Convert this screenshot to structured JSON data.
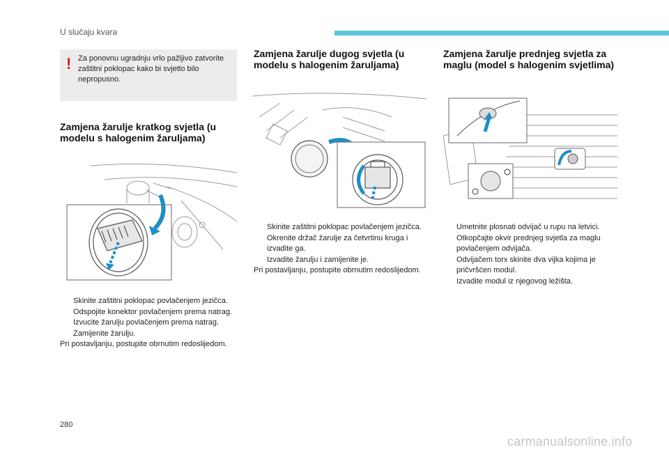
{
  "header": {
    "section": "U slučaju kvara"
  },
  "warning": {
    "mark": "!",
    "text": "Za ponovnu ugradnju vrlo pažljivo zatvorite zaštitni poklopac kako bi svjetlo bilo nepropusno."
  },
  "col1": {
    "title": "Zamjena žarulje kratkog svjetla (u modelu s halogenim žaruljama)",
    "steps": [
      "Skinite zaštitni poklopac povlačenjem jezičca.",
      "Odspojite konektor povlačenjem prema natrag.",
      "Izvucite žarulju povlačenjem prema natrag.",
      "Zamijenite žarulju."
    ],
    "note": "Pri postavljanju, postupite obrnutim redoslijedom."
  },
  "col2": {
    "title": "Zamjena žarulje dugog svjetla (u modelu s halogenim žaruljama)",
    "steps": [
      "Skinite zaštitni poklopac povlačenjem jezičca.",
      "Okrenite držač žarulje za četvrtinu kruga i izvadite ga.",
      "Izvadite žarulju i zamijenite je."
    ],
    "note": "Pri postavljanju, postupite obrnutim redoslijedom."
  },
  "col3": {
    "title": "Zamjena žarulje prednjeg svjetla za maglu (model s halogenim svjetlima)",
    "steps": [
      "Umetnite plosnati odvijač u rupu na letvici.",
      "Otkopčajte okvir prednjeg svjetla za maglu povlačenjem odvijača.",
      "Odvijačem torx skinite dva vijka kojima je pričvršćen modul.",
      "Izvadite modul iz njegovog ležišta."
    ]
  },
  "bullet_glyph": "",
  "footer": {
    "page_number": "280",
    "watermark": "carmanualsonline.info"
  },
  "colors": {
    "accent": "#5bc4e0",
    "warning": "#e01818",
    "arrow": "#1e8fc4"
  }
}
